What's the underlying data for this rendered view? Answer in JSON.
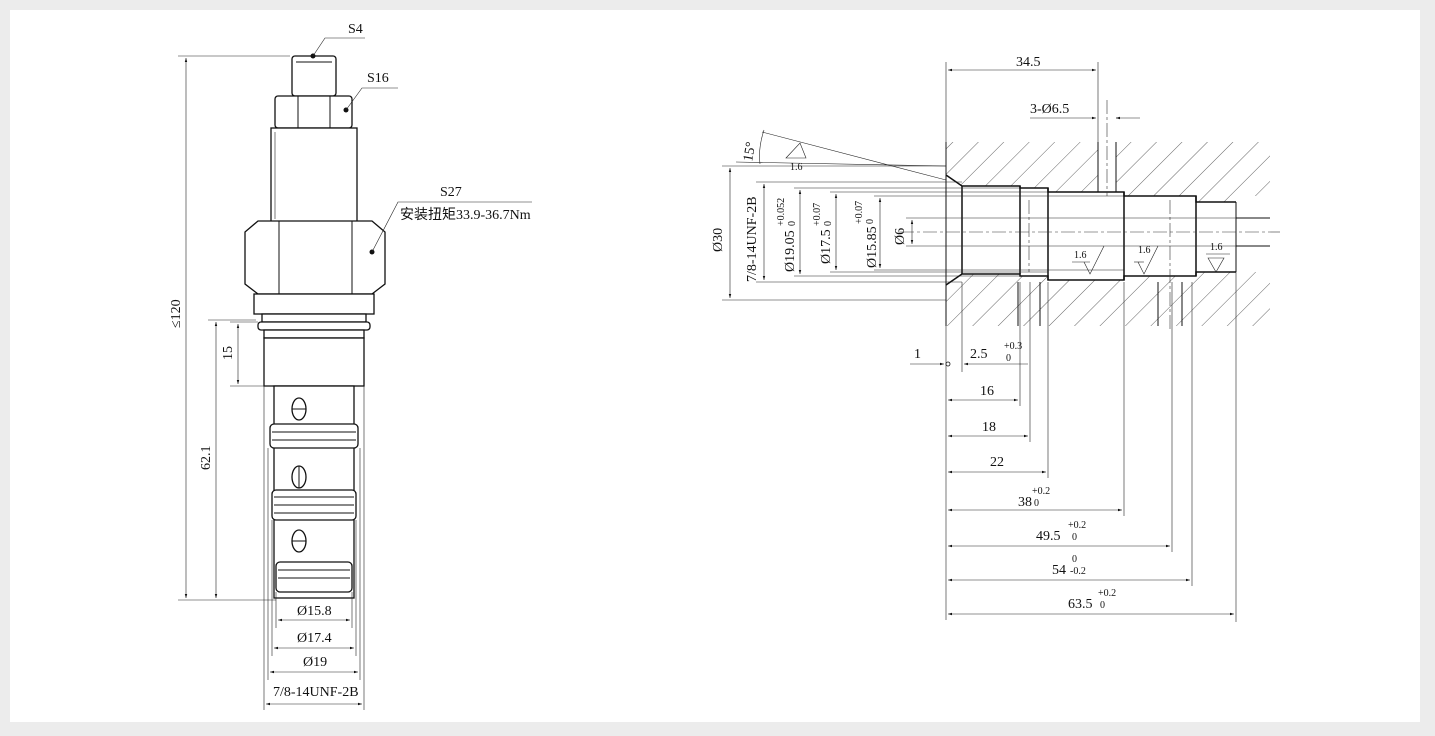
{
  "left_view": {
    "labels": {
      "s4": "S4",
      "s16": "S16",
      "s27": "S27",
      "torque": "安装扭矩33.9-36.7Nm",
      "overall_length": "≤120",
      "dim_15": "15",
      "dim_62_1": "62.1",
      "dia_15_8": "Ø15.8",
      "dia_17_4": "Ø17.4",
      "dia_19": "Ø19",
      "thread": "7/8-14UNF-2B"
    }
  },
  "right_view": {
    "labels": {
      "dim_34_5": "34.5",
      "holes": "3-Ø6.5",
      "angle": "15°",
      "roughness": "1.6",
      "dia_30": "Ø30",
      "thread": "7/8-14UNF-2B",
      "dia_19_05": "Ø19.05",
      "tol_19_05_up": "+0.052",
      "tol_19_05_lo": "0",
      "dia_17_5": "Ø17.5",
      "tol_17_5_up": "+0.07",
      "tol_17_5_lo": "0",
      "dia_15_85": "Ø15.85",
      "tol_15_85_up": "+0.07",
      "tol_15_85_lo": "0",
      "dia_6": "Ø6",
      "dim_1": "1",
      "dim_2_5": "2.5",
      "tol_2_5_up": "+0.3",
      "tol_2_5_lo": "0",
      "dim_16": "16",
      "dim_18": "18",
      "dim_22": "22",
      "dim_38": "38",
      "tol_38_up": "+0.2",
      "tol_38_lo": "0",
      "dim_49_5": "49.5",
      "tol_49_5_up": "+0.2",
      "tol_49_5_lo": "0",
      "dim_54": "54",
      "tol_54_up": "0",
      "tol_54_lo": "-0.2",
      "dim_63_5": "63.5",
      "tol_63_5_up": "+0.2",
      "tol_63_5_lo": "0"
    }
  }
}
